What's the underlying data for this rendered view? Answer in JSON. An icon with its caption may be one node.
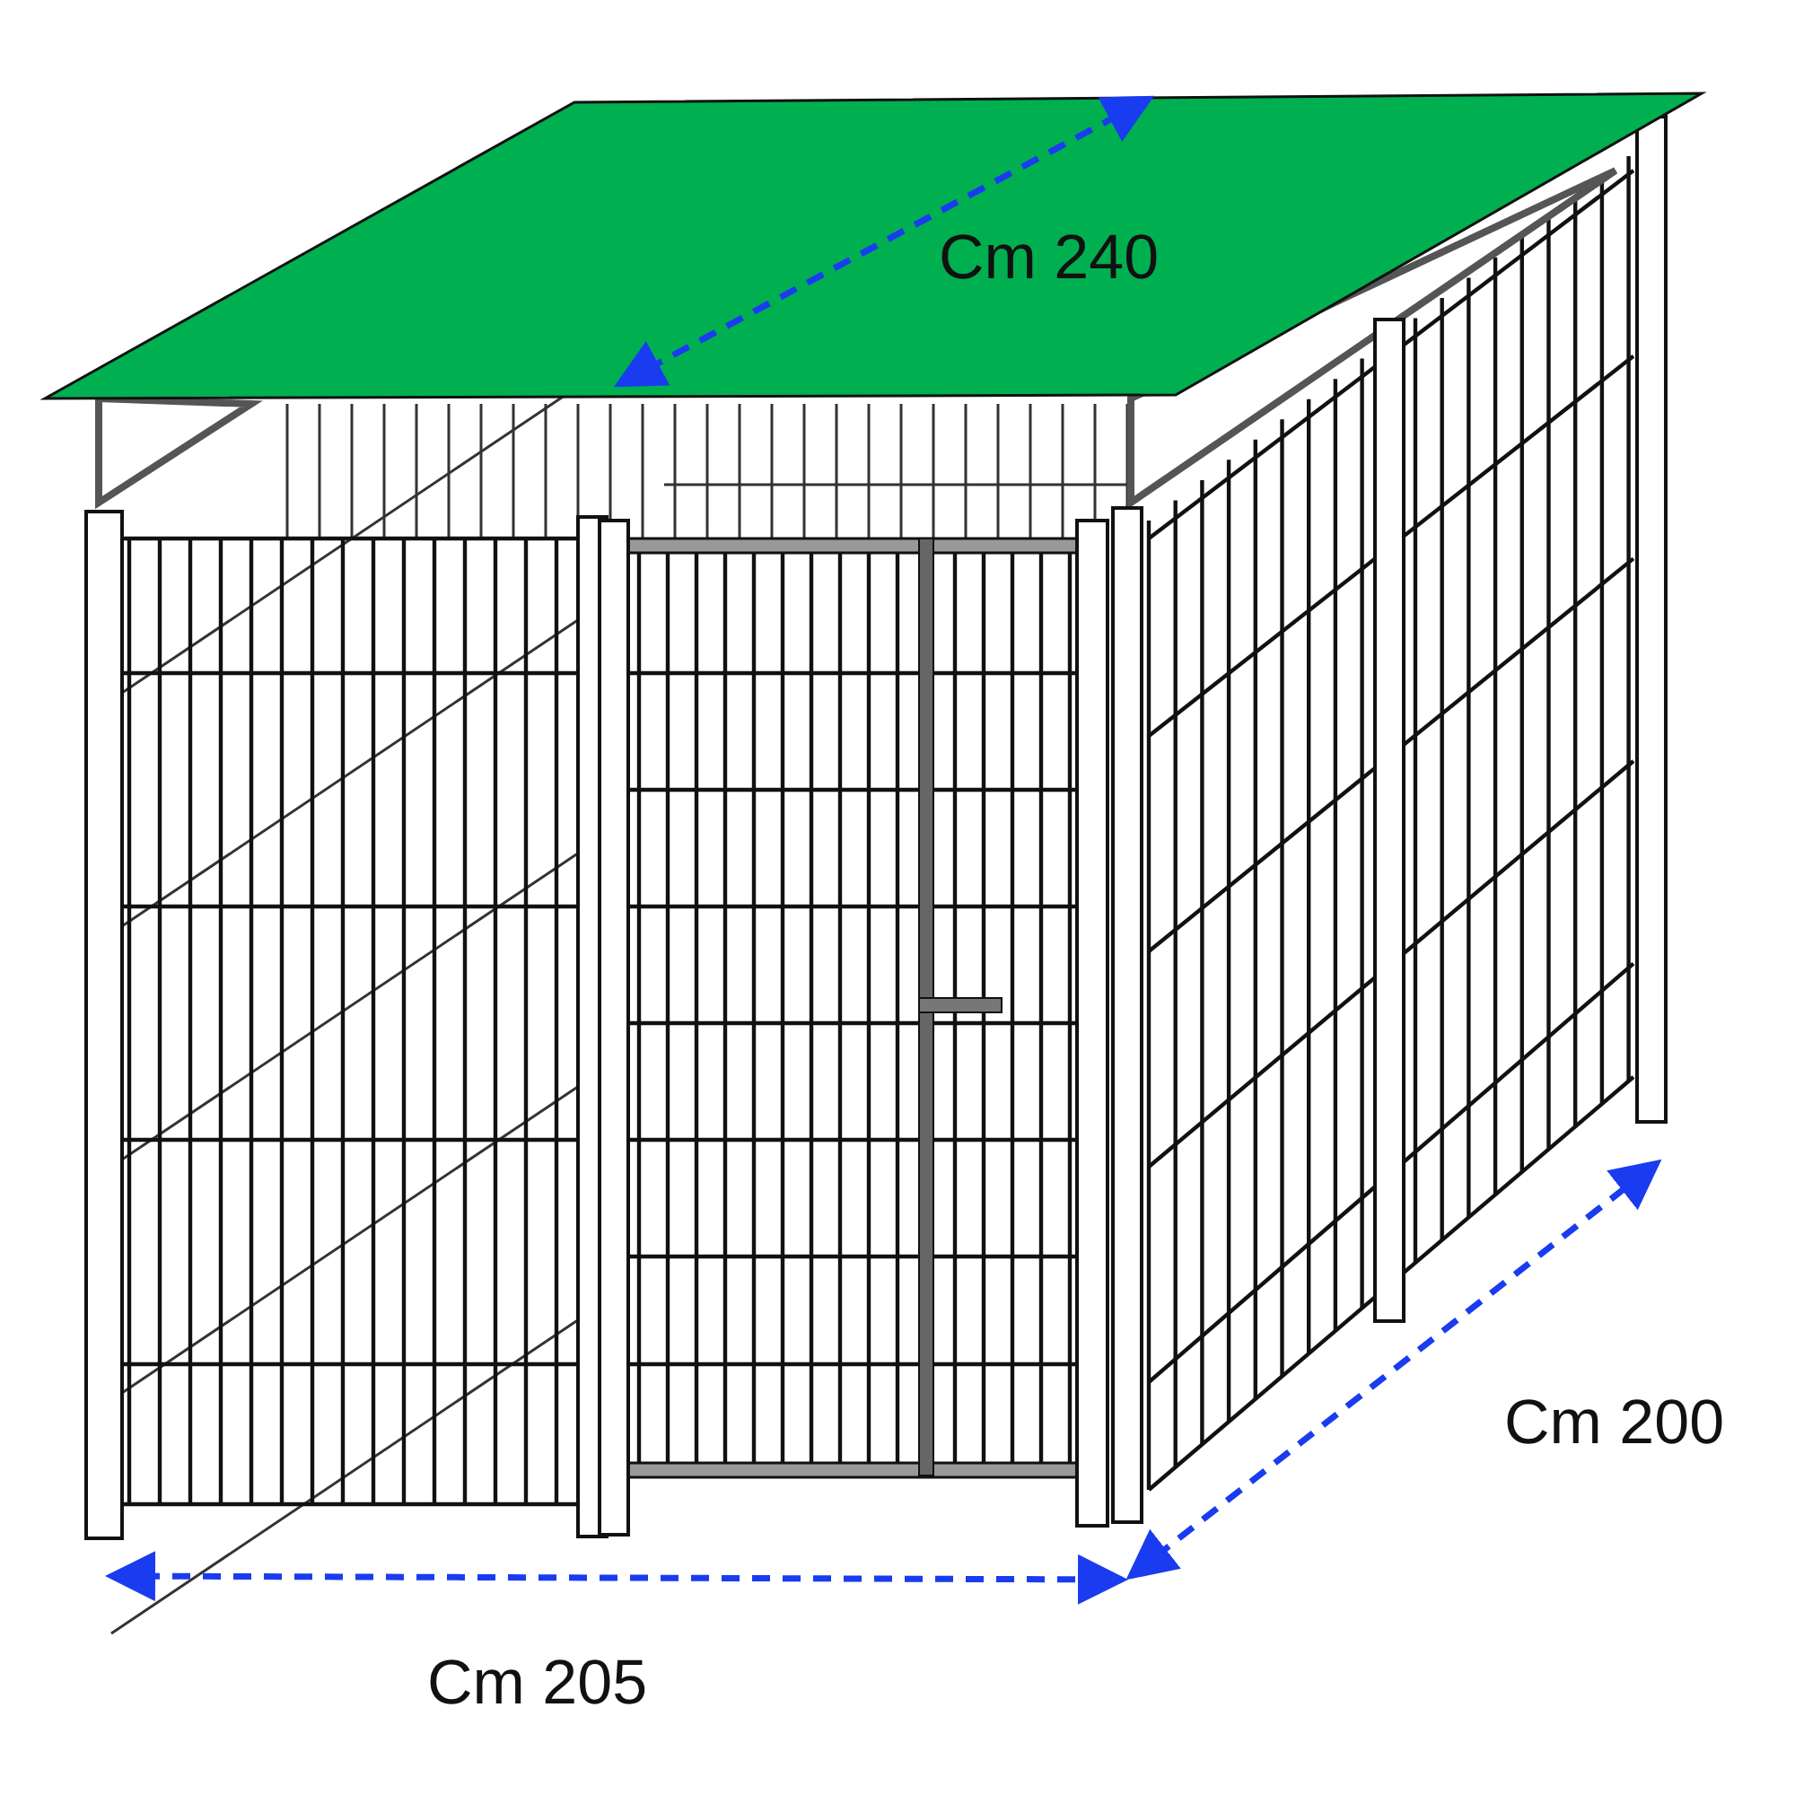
{
  "diagram": {
    "labels": [
      "Cm 240",
      "Cm 200",
      "Cm 205"
    ]
  }
}
